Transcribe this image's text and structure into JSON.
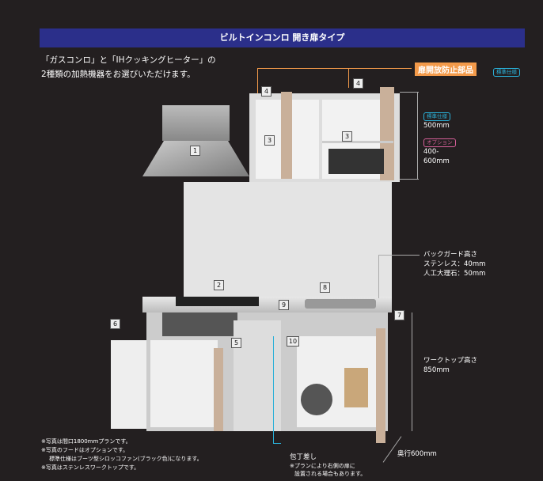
{
  "title": "ビルトインコンロ 開き扉タイプ",
  "intro": [
    "「ガスコンロ」と「IHクッキングヒーター」の",
    "2種類の加熱機器をお選びいただけます。"
  ],
  "door_stopper": {
    "label": "扉開放防止部品",
    "badge": "標準仕様"
  },
  "upper_height": {
    "standard_badge": "標準仕様",
    "standard_value": "500mm",
    "option_badge": "オプション",
    "option_value_1": "400-",
    "option_value_2": "600mm"
  },
  "backguard": [
    "バックガード高さ",
    "ステンレス：40mm",
    "人工大理石：50mm"
  ],
  "worktop": [
    "ワークトップ高さ",
    "850mm"
  ],
  "depth": "奥行600mm",
  "knife_holder": {
    "label": "包丁差し",
    "note_1": "※プランにより右側の扉に",
    "note_2": "設置される場合もあります。"
  },
  "notes": [
    "※写真は間口1800mmプランです。",
    "※写真のフードはオプションです。",
    "標準仕様はブーツ型シロッコファン(ブラック色)になります。",
    "※写真はステンレスワークトップです。"
  ],
  "markers": [
    "1",
    "2",
    "3",
    "3",
    "4",
    "4",
    "5",
    "6",
    "7",
    "8",
    "9",
    "10"
  ],
  "colors": {
    "title_bar": "#2b2f8a",
    "accent_orange": "#f39a4a",
    "standard_cyan": "#2ab0d8",
    "option_pink": "#d8609a"
  }
}
